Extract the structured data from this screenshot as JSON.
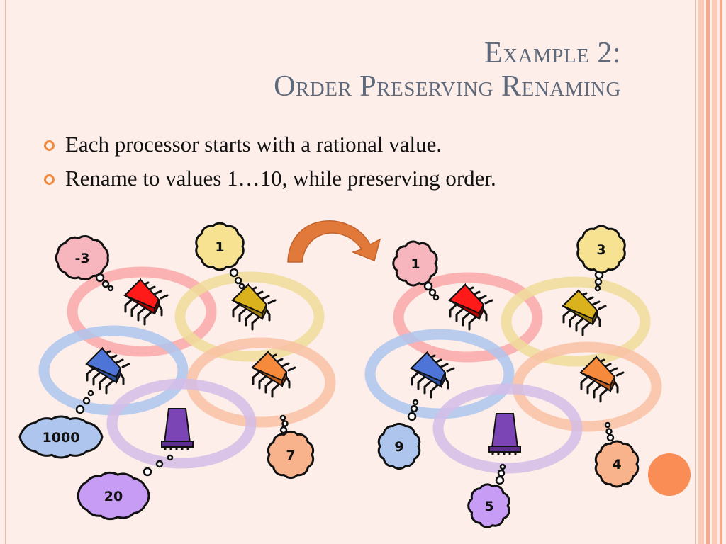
{
  "slide": {
    "title_line1": "Example 2:",
    "title_line2": "Order Preserving Renaming",
    "bullets": [
      "Each processor starts with a rational value.",
      "Rename to values 1…10, while preserving order."
    ]
  },
  "diagram": {
    "before_values": [
      "-3",
      "1",
      "1000",
      "7",
      "20"
    ],
    "after_values": [
      "1",
      "3",
      "9",
      "4",
      "5"
    ]
  },
  "colors": {
    "background": "#fdeee9",
    "title": "#5e6a7c",
    "bullet_marker": "#f08a3c",
    "arrow": "#e0793a",
    "accent_circle": "#fa8c55"
  },
  "icons": [
    "processor-chip-icon",
    "thought-cloud-icon",
    "curved-arrow-icon"
  ]
}
